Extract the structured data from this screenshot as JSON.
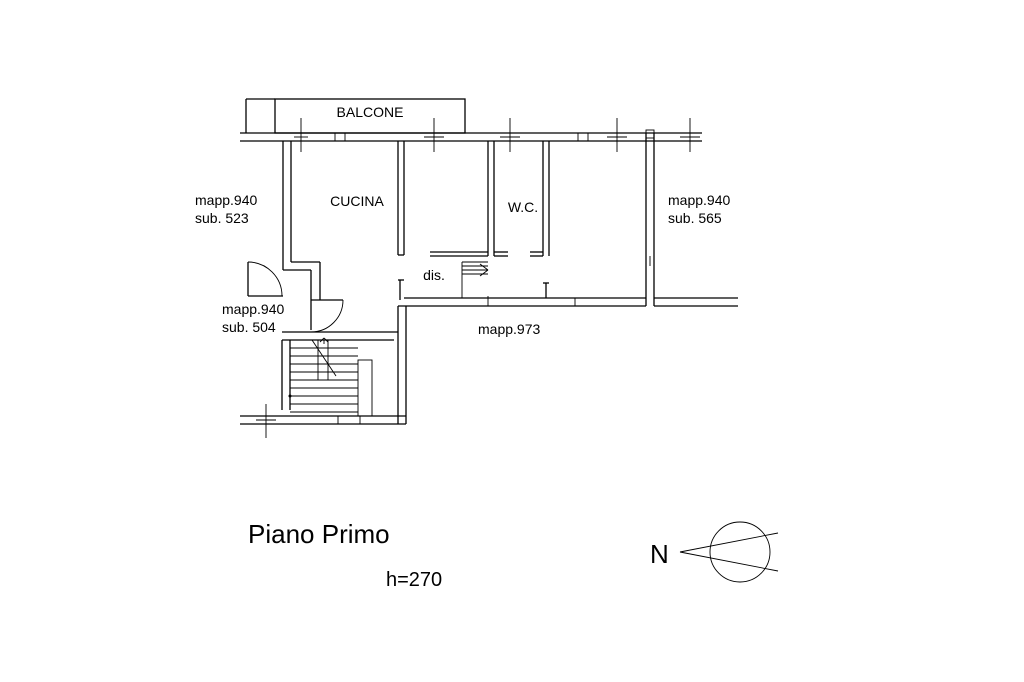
{
  "plan": {
    "labels": {
      "balcone": "BALCONE",
      "cucina": "CUCINA",
      "wc": "W.C.",
      "dis": "dis.",
      "left_upper_mapp": "mapp.940",
      "left_upper_sub": "sub. 523",
      "right_mapp": "mapp.940",
      "right_sub": "sub. 565",
      "left_lower_mapp": "mapp.940",
      "left_lower_sub": "sub. 504",
      "bottom_mapp": "mapp.973"
    }
  },
  "title": "Piano Primo",
  "height_note": "h=270",
  "north_label": "N"
}
